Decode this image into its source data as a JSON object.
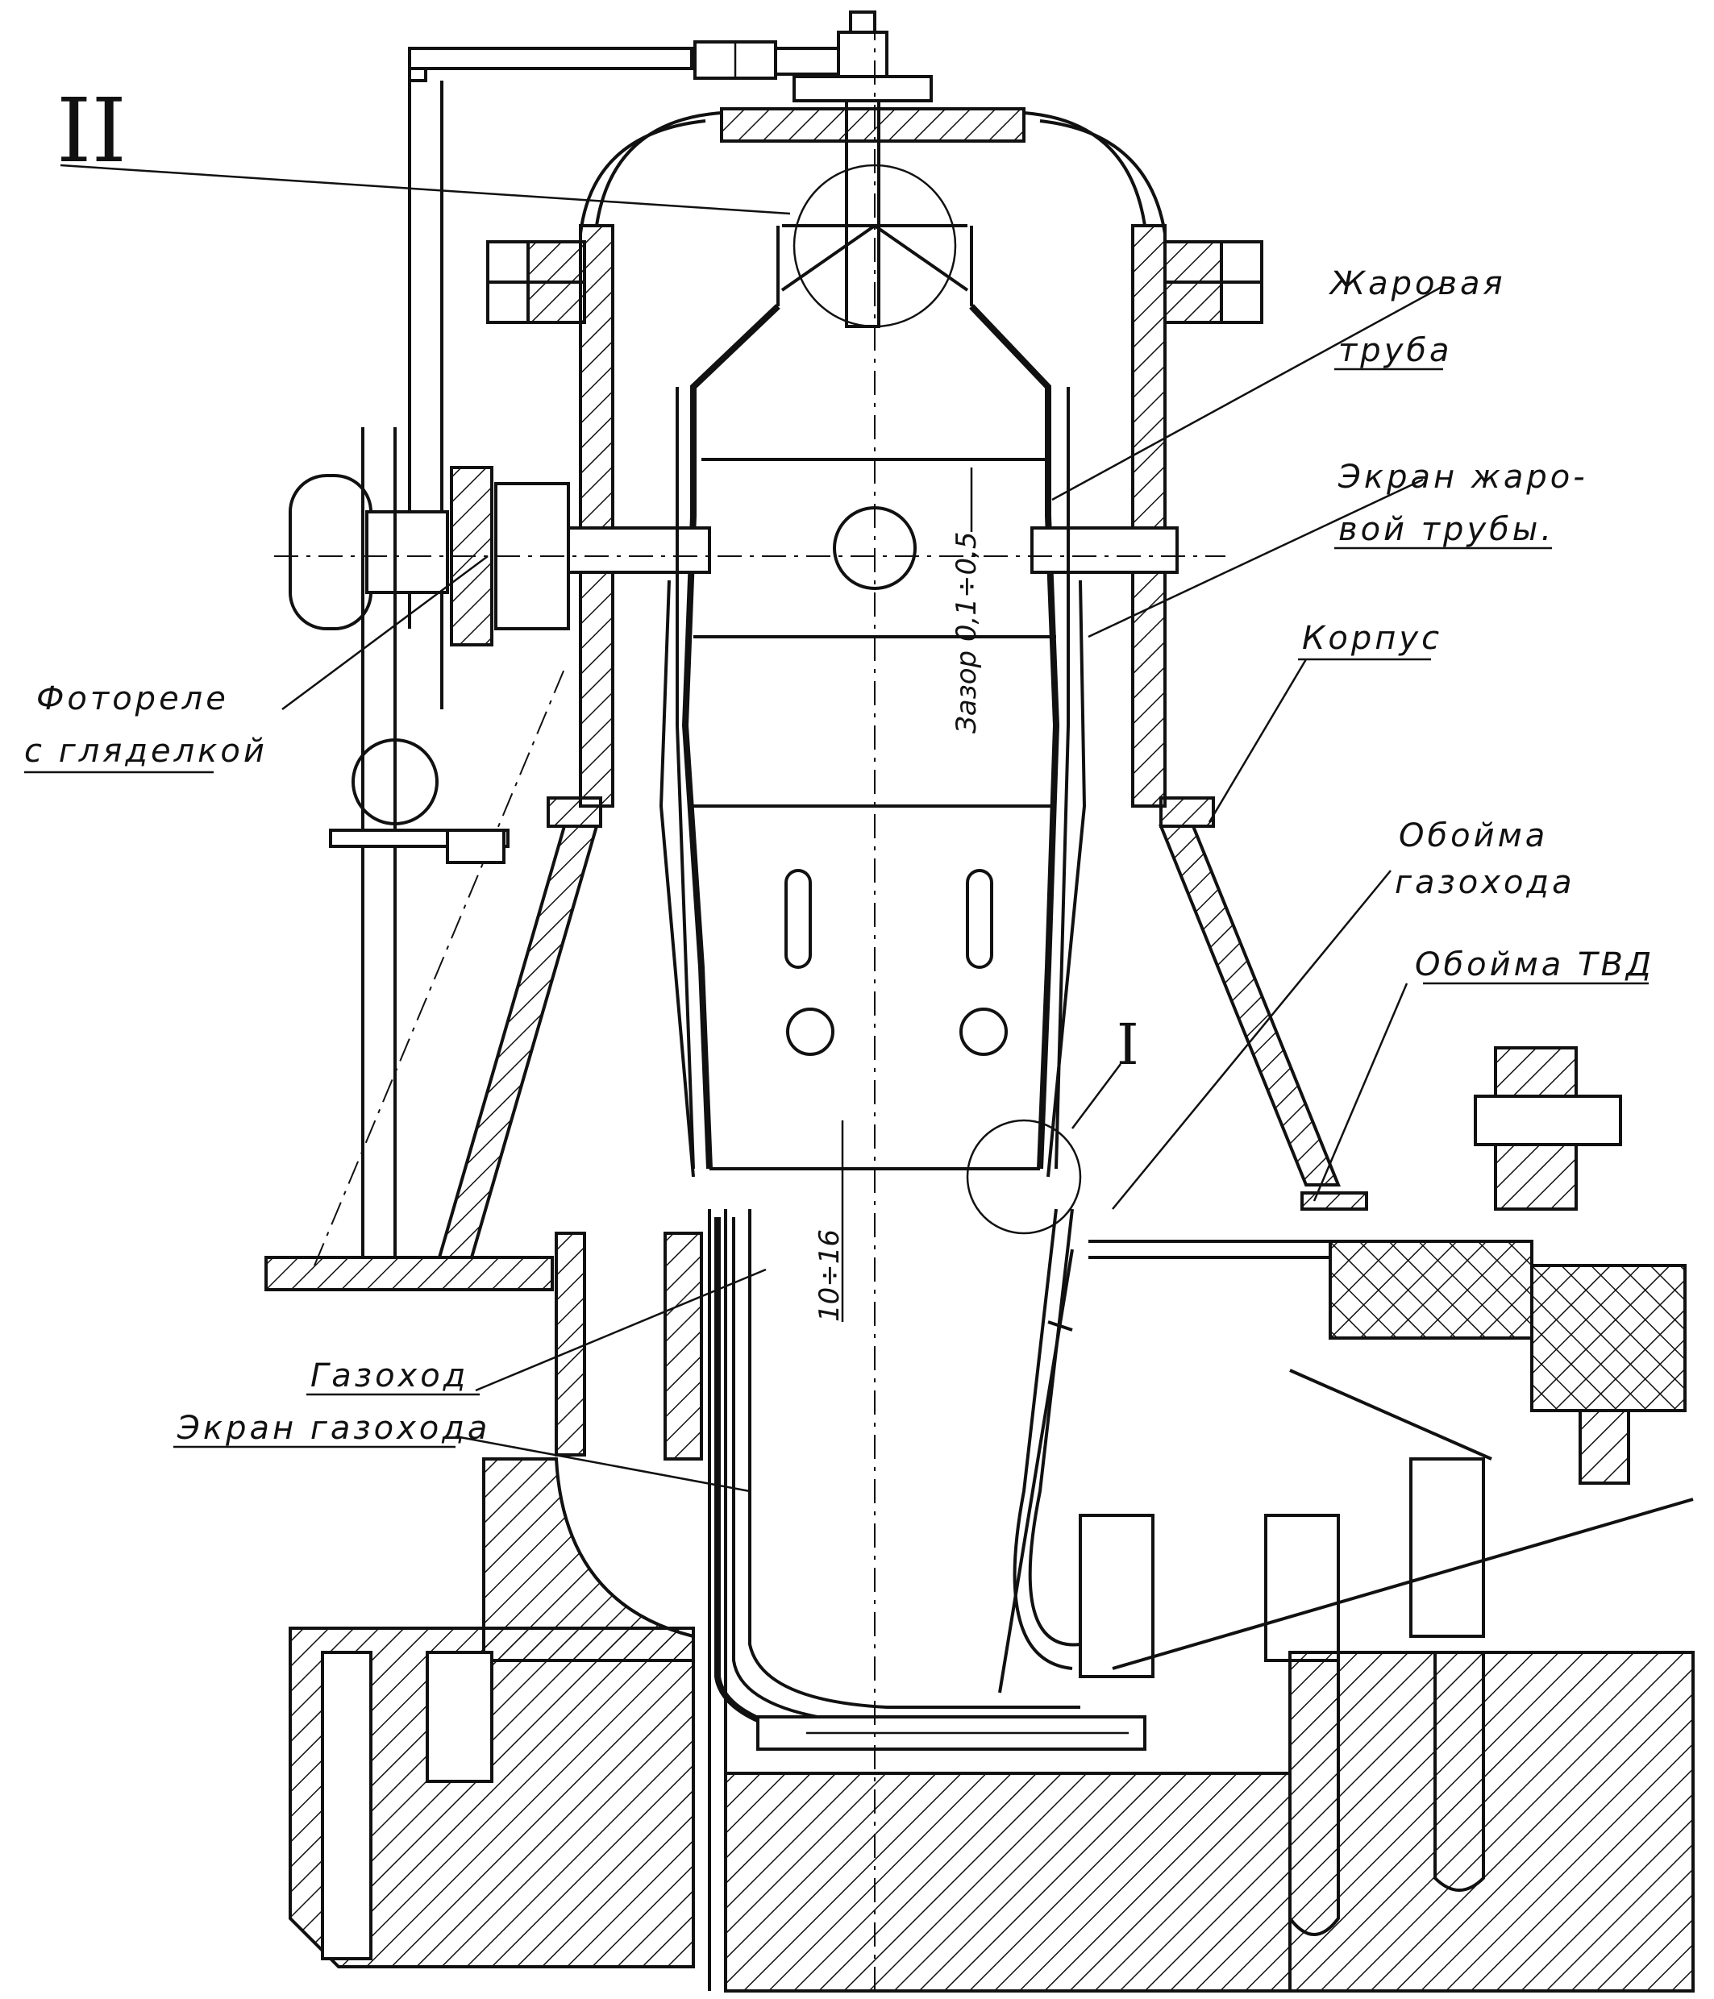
{
  "labels": {
    "section_ii": "II",
    "section_i": "I",
    "flame_tube_line1": "Жаровая",
    "flame_tube_line2": "труба",
    "flame_tube_screen_line1": "Экран жаро-",
    "flame_tube_screen_line2": "вой трубы.",
    "casing": "Корпус",
    "photorelay_line1": "Фотореле",
    "photorelay_line2": "с гляделкой",
    "duct_holder_line1": "Обойма",
    "duct_holder_line2": "газохода",
    "hpt_holder": "Обойма ТВД",
    "gas_duct": "Газоход",
    "gas_duct_screen": "Экран газохода",
    "gap_dimension": "Зазор 0,1÷0,5",
    "gap_dimension_2": "10÷16"
  }
}
